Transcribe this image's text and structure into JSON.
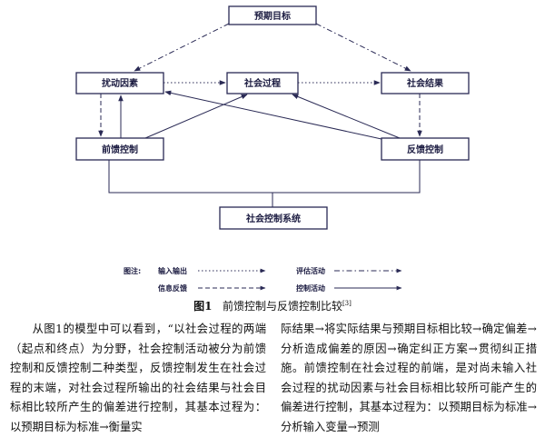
{
  "figure": {
    "nodes": {
      "goal": "预期目标",
      "disturbance": "扰动因素",
      "process": "社会过程",
      "result": "社会结果",
      "feedforward": "前馈控制",
      "feedback": "反馈控制",
      "system": "社会控制系统"
    },
    "legend": {
      "heading": "图注:",
      "io": "输入输出",
      "evaluation": "评估活动",
      "info_feedback": "信息反馈",
      "control": "控制活动"
    },
    "caption": {
      "label": "图1",
      "title": "前馈控制与反馈控制比较",
      "ref": "[3]"
    }
  },
  "body": {
    "left_column": "从图1的模型中可以看到，“以社会过程的两端（起点和终点）为分野，社会控制活动被分为前馈控制和反馈控制二种类型，反馈控制发生在社会过程的末端，对社会过程所输出的社会结果与社会目标相比较所产生的偏差进行控制，其基本过程为：以预期目标为标准→衡量实",
    "right_column": "际结果→将实际结果与预期目标相比较→确定偏差→分析造成偏差的原因→确定纠正方案→贯彻纠正措施。前馈控制在社会过程的前端，是对尚未输入社会过程的扰动因素与社会目标相比较所可能产生的偏差进行控制，其基本过程为：以预期目标为标准→分析输入变量→预测"
  }
}
